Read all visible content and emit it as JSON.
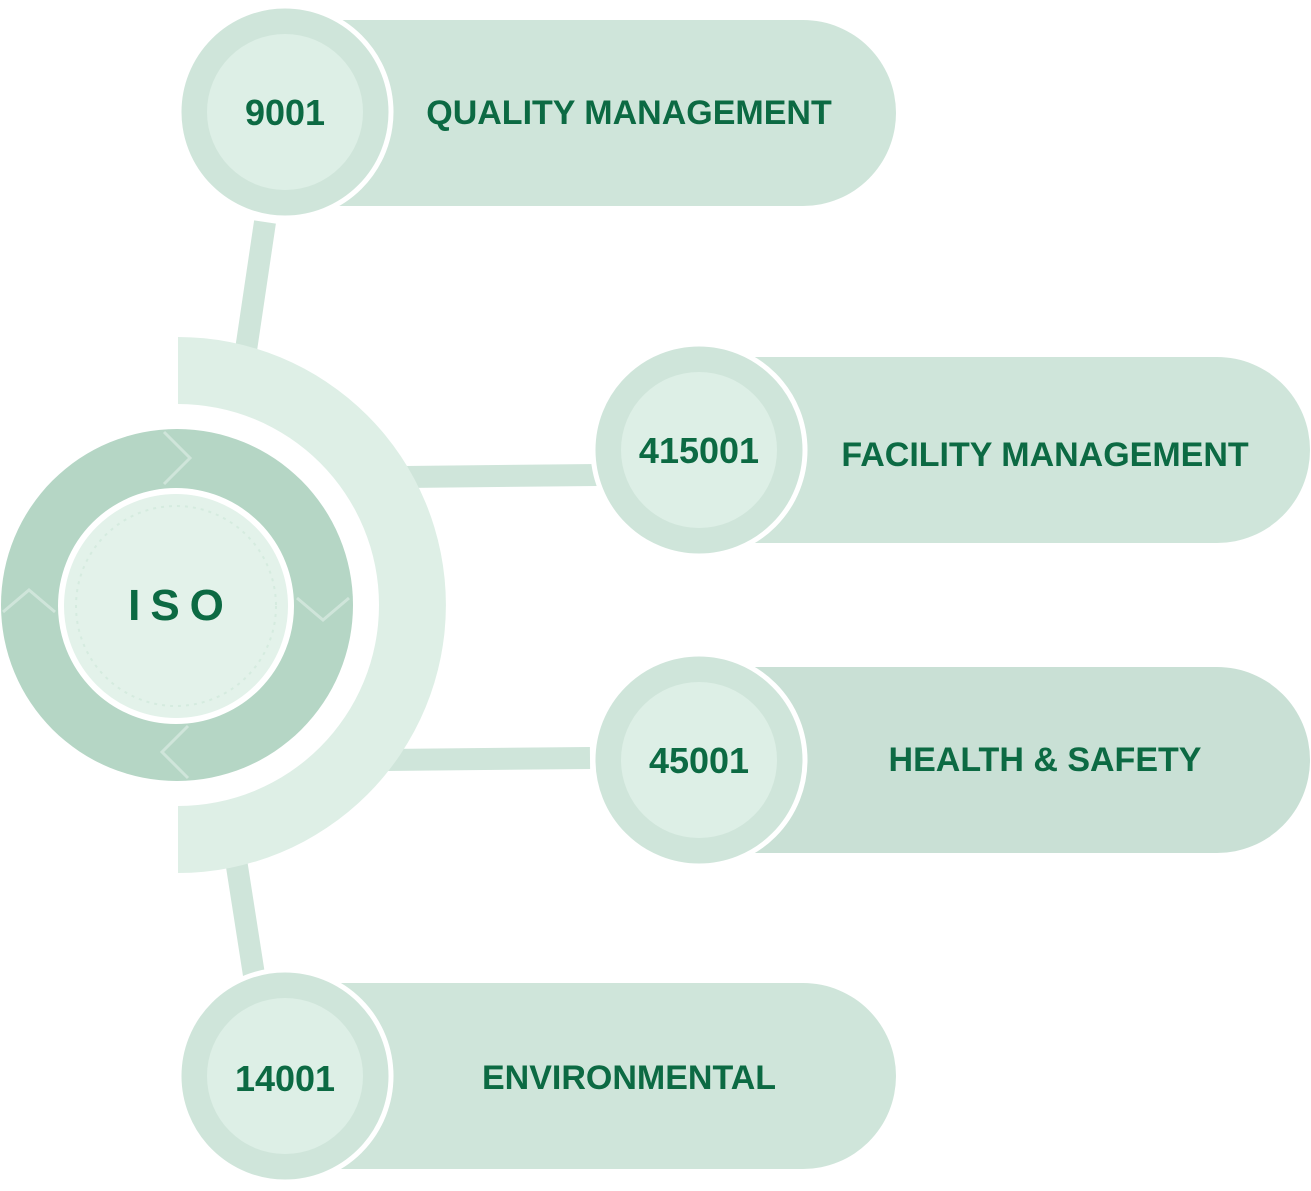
{
  "hub": {
    "label": "ISO"
  },
  "standards": [
    {
      "code": "9001",
      "label": "QUALITY MANAGEMENT"
    },
    {
      "code": "415001",
      "label": "FACILITY MANAGEMENT"
    },
    {
      "code": "45001",
      "label": "HEALTH & SAFETY"
    },
    {
      "code": "14001",
      "label": "ENVIRONMENTAL"
    }
  ],
  "colors": {
    "text": "#0c6a43",
    "pill": "#cfe5da",
    "circle_inner": "#ddefe6",
    "hub_ring": "#b5d6c5",
    "arc": "#deefe6"
  }
}
